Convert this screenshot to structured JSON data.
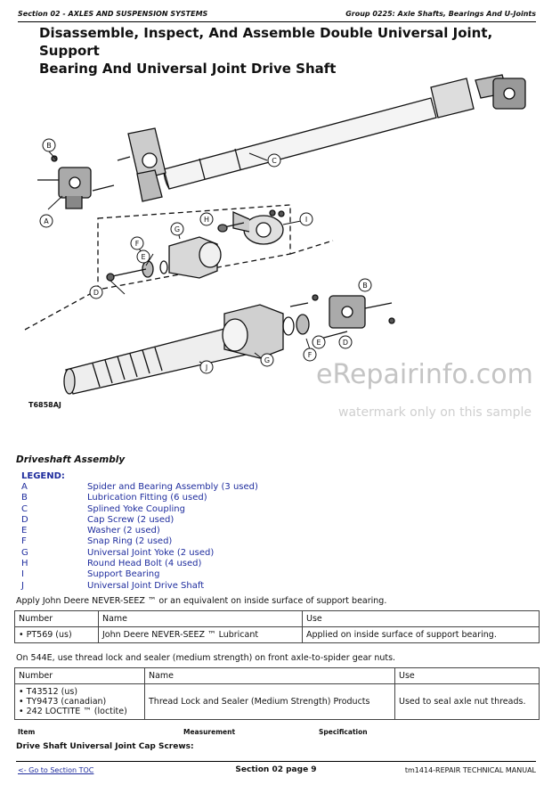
{
  "header": {
    "left": "Section 02 - AXLES AND SUSPENSION SYSTEMS",
    "right": "Group 0225: Axle Shafts, Bearings And U-Joints"
  },
  "title_line1": "Disassemble, Inspect, And Assemble Double Universal Joint, Support",
  "title_line2": "Bearing And Universal Joint Drive Shaft",
  "figure": {
    "id": "T6858AJ",
    "callouts": [
      "A",
      "B",
      "C",
      "D",
      "E",
      "F",
      "G",
      "H",
      "I",
      "J"
    ]
  },
  "watermark": {
    "site": "eRepairinfo.com",
    "note": "watermark only on this sample"
  },
  "subtitle": "Driveshaft Assembly",
  "legend": {
    "title": "LEGEND:",
    "items": [
      {
        "key": "A",
        "label": "Spider and Bearing Assembly (3 used)"
      },
      {
        "key": "B",
        "label": "Lubrication Fitting (6 used)"
      },
      {
        "key": "C",
        "label": "Splined Yoke Coupling"
      },
      {
        "key": "D",
        "label": "Cap Screw (2 used)"
      },
      {
        "key": "E",
        "label": "Washer (2 used)"
      },
      {
        "key": "F",
        "label": "Snap Ring (2 used)"
      },
      {
        "key": "G",
        "label": "Universal Joint Yoke (2 used)"
      },
      {
        "key": "H",
        "label": "Round Head Bolt (4 used)"
      },
      {
        "key": "I",
        "label": "Support Bearing"
      },
      {
        "key": "J",
        "label": "Universal Joint Drive Shaft"
      }
    ]
  },
  "note1": "Apply John Deere NEVER-SEEZ ™ or an equivalent on inside surface of support bearing.",
  "table1": {
    "headers": [
      "Number",
      "Name",
      "Use"
    ],
    "row": [
      "• PT569 (us)",
      "John Deere NEVER-SEEZ ™ Lubricant",
      "Applied on inside surface of support bearing."
    ]
  },
  "note2": "On 544E, use thread lock and sealer (medium strength) on front axle-to-spider gear nuts.",
  "table2": {
    "headers": [
      "Number",
      "Name",
      "Use"
    ],
    "numbers": [
      "• T43512 (us)",
      "• TY9473 (canadian)",
      "• 242 LOCTITE ™ (loctite)"
    ],
    "name": "Thread Lock and Sealer (Medium Strength) Products",
    "use": "Used to seal axle nut threads."
  },
  "spec_headers": [
    "Item",
    "Measurement",
    "Specification"
  ],
  "spec_title": "Drive Shaft Universal Joint Cap Screws:",
  "footer": {
    "link": "<- Go to Section TOC",
    "center": "Section 02 page 9",
    "right": "tm1414-REPAIR TECHNICAL MANUAL"
  }
}
